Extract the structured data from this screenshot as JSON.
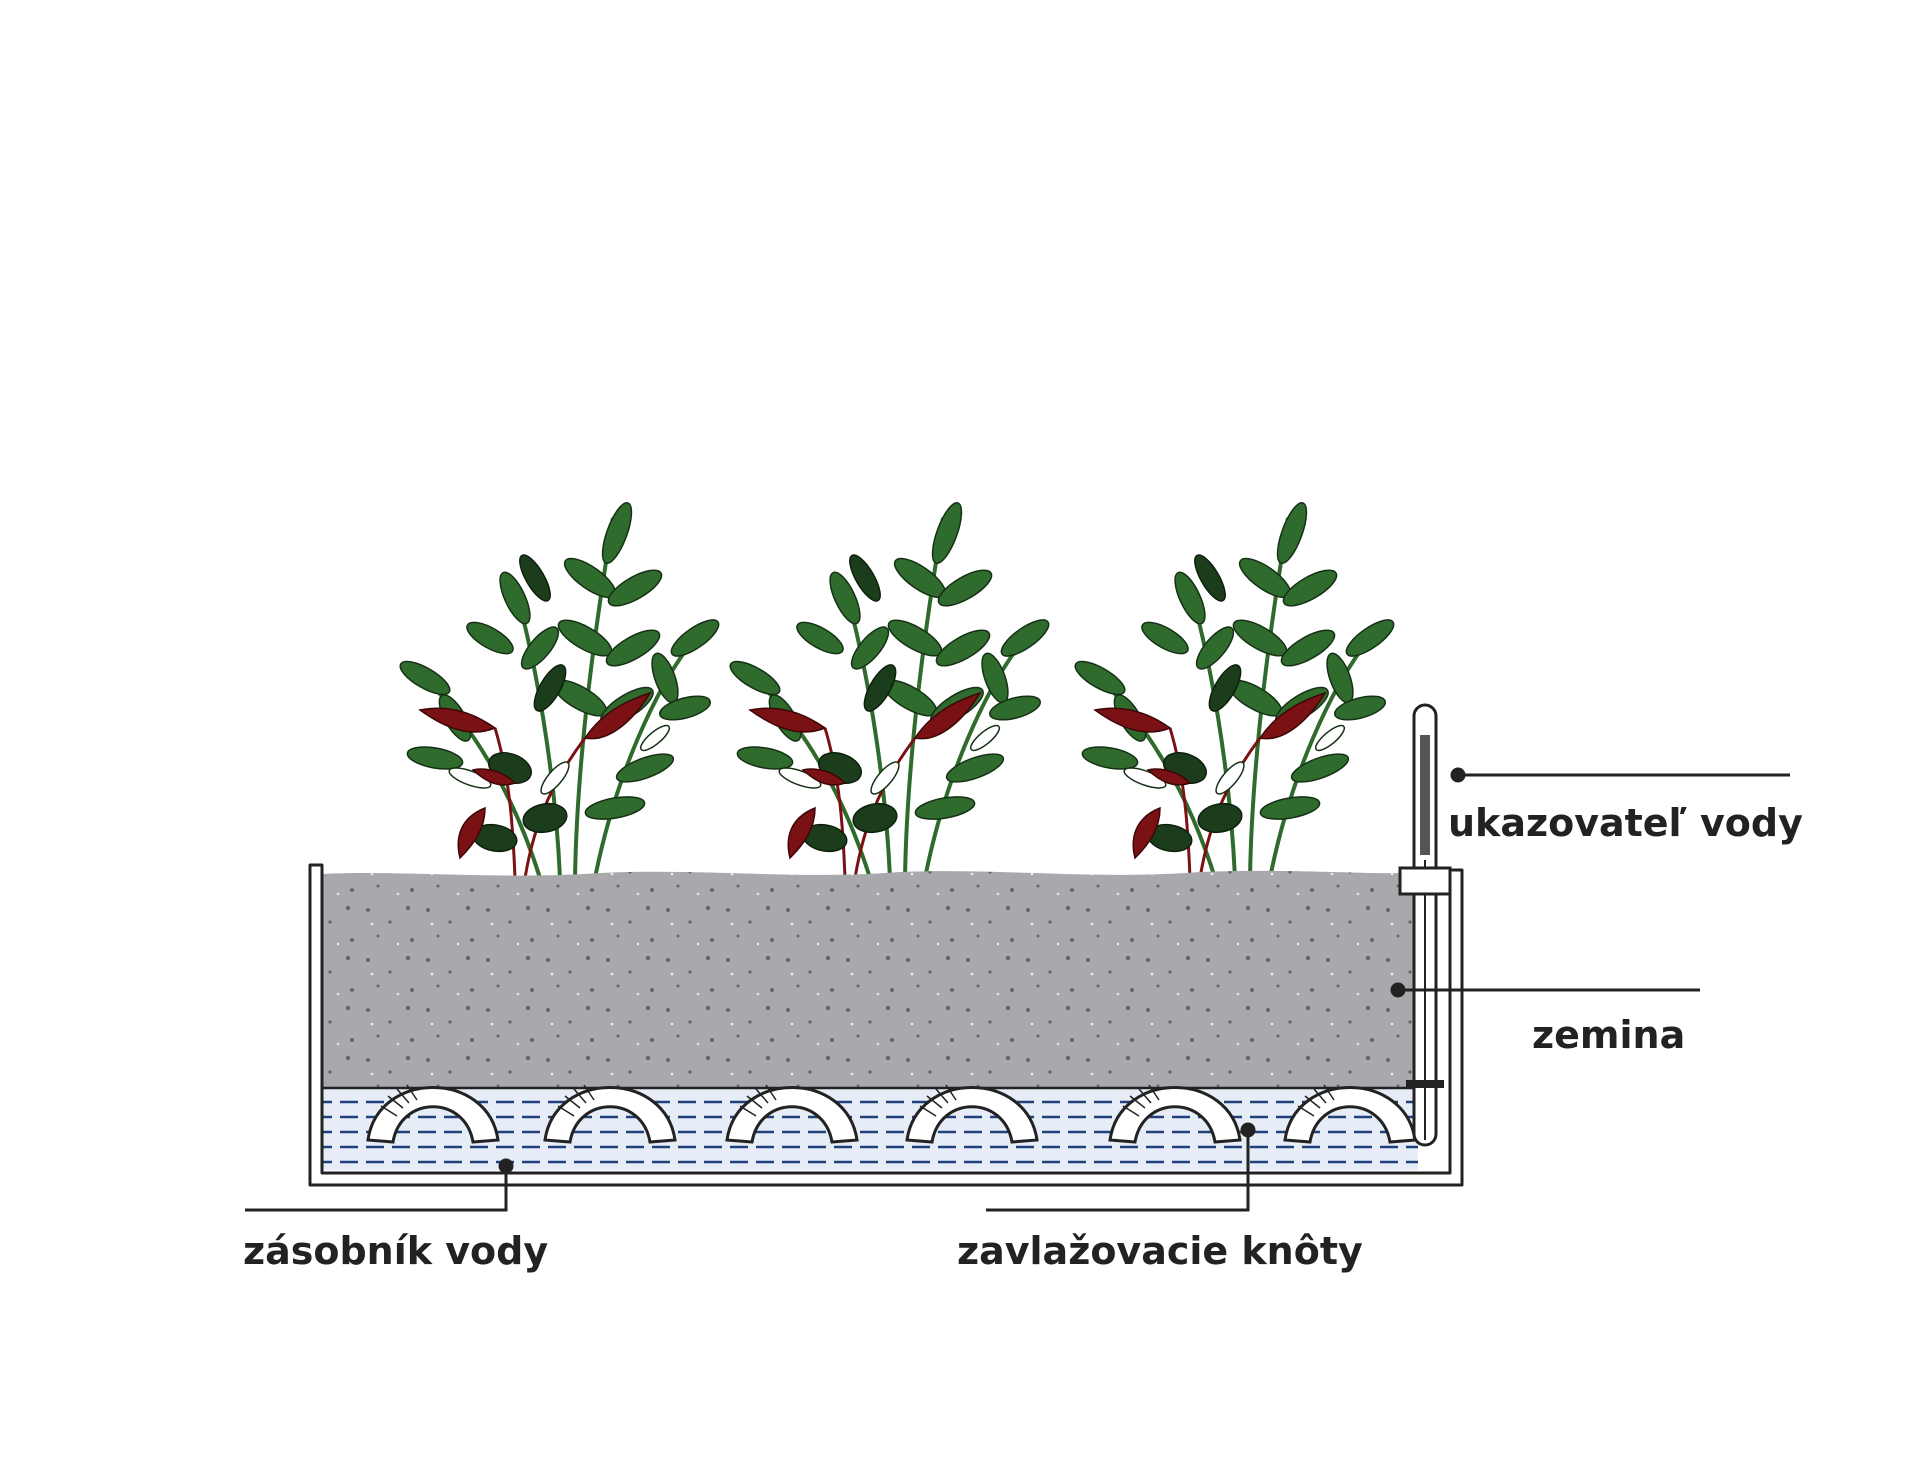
{
  "labels": {
    "water_indicator": "ukazovateľ vody",
    "soil": "zemina",
    "water_reservoir": "zásobník vody",
    "irrigation_wicks": "zavlažovacie knôty"
  },
  "colors": {
    "soil": "#a9a9ad",
    "water": "#e6edf6",
    "water_lines": "#22407a",
    "outline": "#222222",
    "leaf_green": "#2f6b2c",
    "leaf_dark": "#1c3d1c",
    "leaf_red": "#7a1114",
    "wick": "#ffffff"
  },
  "icons": {
    "plant": "plant-icon",
    "wick": "wick-icon",
    "indicator": "water-indicator-icon"
  }
}
